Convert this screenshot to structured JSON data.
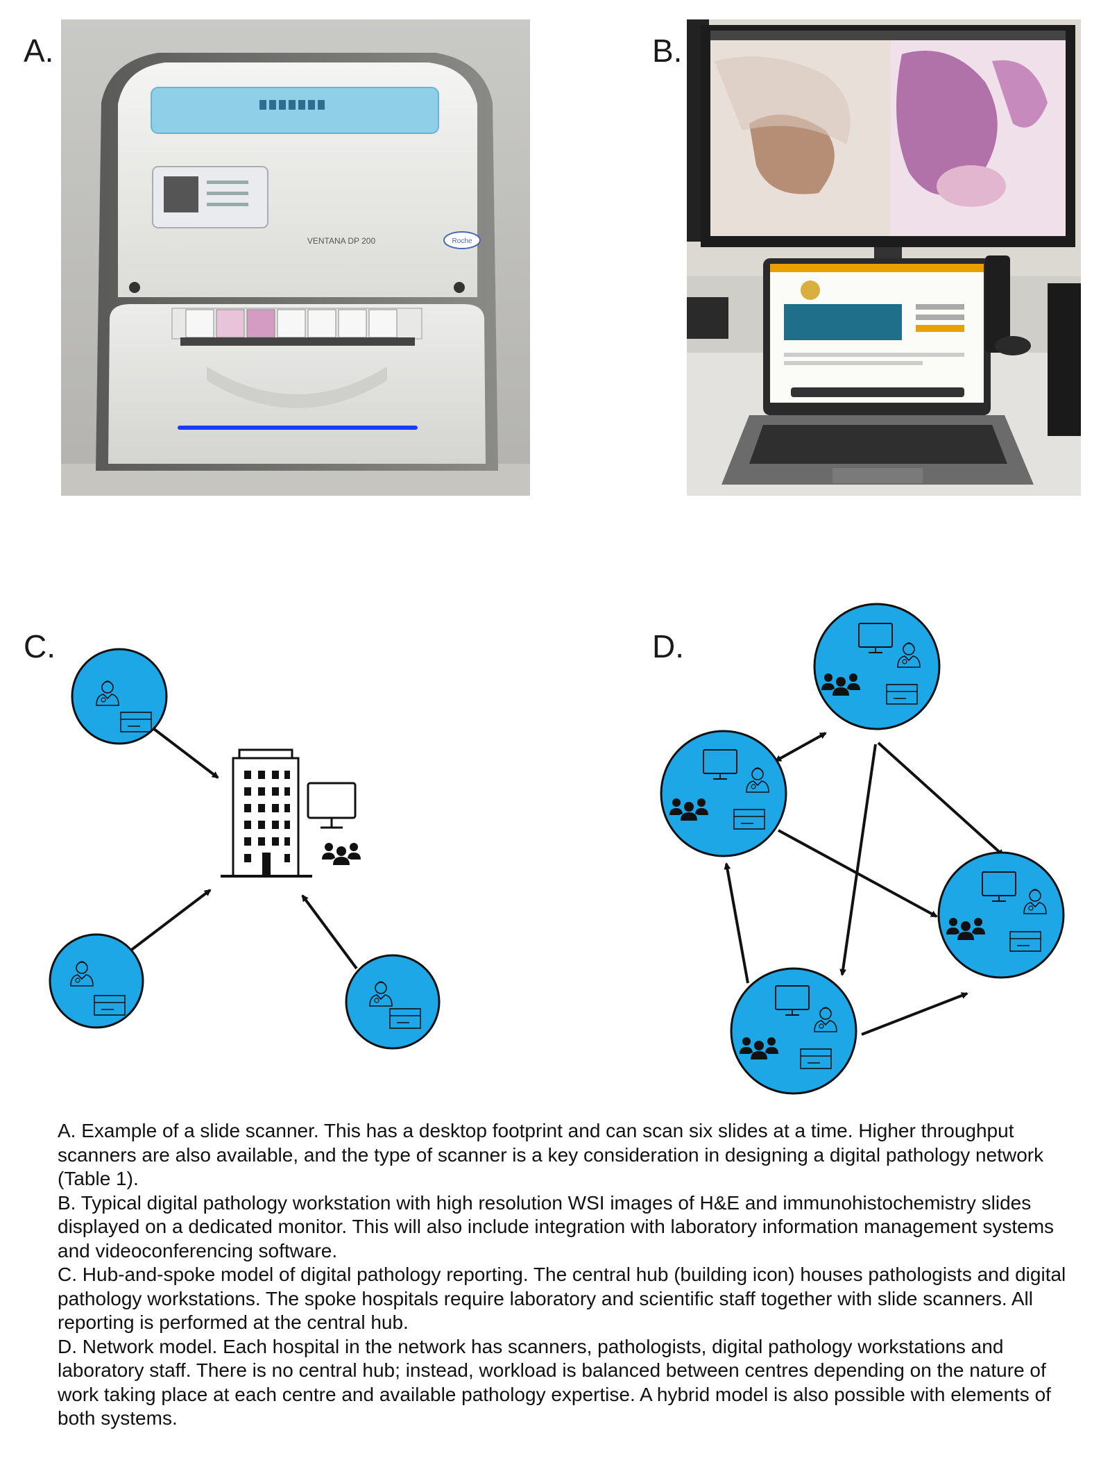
{
  "panels": {
    "a": {
      "label": "A.",
      "device_model": "VENTANA DP 200",
      "brand_logo": "Roche"
    },
    "b": {
      "label": "B."
    },
    "c": {
      "label": "C."
    },
    "d": {
      "label": "D."
    }
  },
  "colors": {
    "node_fill": "#1ea7e6",
    "stroke": "#111111",
    "scanner_accent": "#8fd0e8",
    "led": "#1a3cff"
  },
  "icons": {
    "hub": [
      "building-icon",
      "monitor-icon",
      "people-group-icon"
    ],
    "spoke": [
      "pathologist-icon",
      "id-card-icon"
    ],
    "network_node": [
      "monitor-icon",
      "pathologist-icon",
      "people-group-icon",
      "id-card-icon"
    ]
  },
  "caption": [
    "A. Example of a slide scanner. This has a desktop footprint and can scan six slides at a time. Higher throughput scanners are also available, and the type of scanner is a key consideration in designing a digital pathology network (Table 1).",
    "B. Typical digital pathology workstation with high resolution WSI images of H&E and immunohistochemistry slides displayed on a dedicated monitor. This will also include integration with laboratory information management systems and videoconferencing software.",
    "C. Hub-and-spoke model of digital pathology reporting. The central hub (building icon) houses pathologists and digital pathology workstations. The spoke hospitals require laboratory and scientific staff together with slide scanners. All reporting is performed at the central hub.",
    "D. Network model. Each hospital in the network has scanners, pathologists, digital pathology workstations and laboratory staff. There is no central hub; instead, workload is balanced between centres depending on the nature of work taking place at each centre and available pathology expertise. A hybrid model is also possible with elements of both systems."
  ]
}
